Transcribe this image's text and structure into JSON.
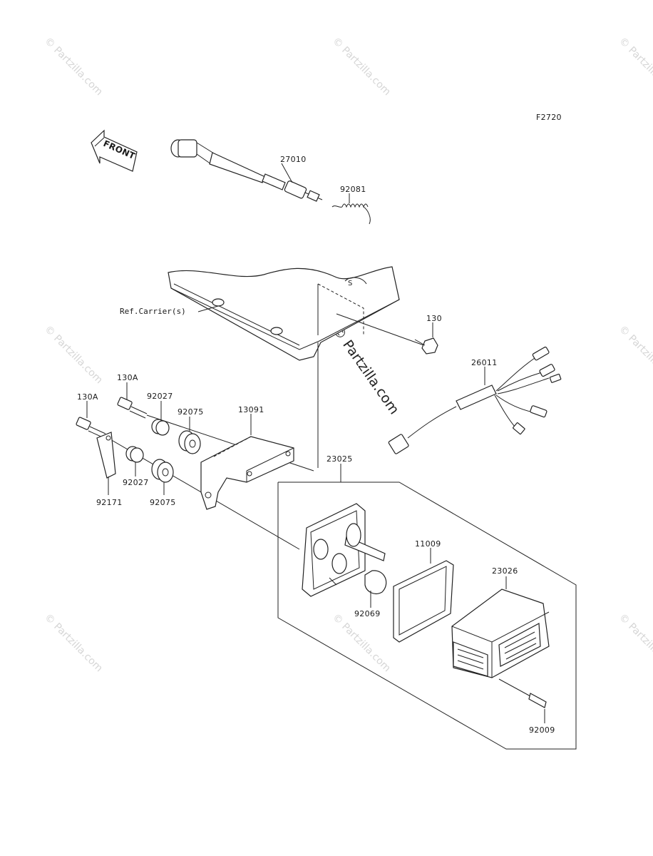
{
  "diagram": {
    "code": "F2720",
    "front_arrow": "FRONT",
    "reference": "Ref.Carrier(s)",
    "part_numbers": {
      "p27010": "27010",
      "p92081": "92081",
      "p130": "130",
      "p26011": "26011",
      "p130a_upper": "130A",
      "p130a_lower": "130A",
      "p92027_upper": "92027",
      "p92027_lower": "92027",
      "p92075_upper": "92075",
      "p92075_lower": "92075",
      "p13091": "13091",
      "p92171": "92171",
      "p23025": "23025",
      "p11009": "11009",
      "p23026": "23026",
      "p92069": "92069",
      "p92009": "92009"
    }
  },
  "watermark": {
    "text": "© Partzilla.com",
    "center_text": "© Partzilla.com"
  }
}
